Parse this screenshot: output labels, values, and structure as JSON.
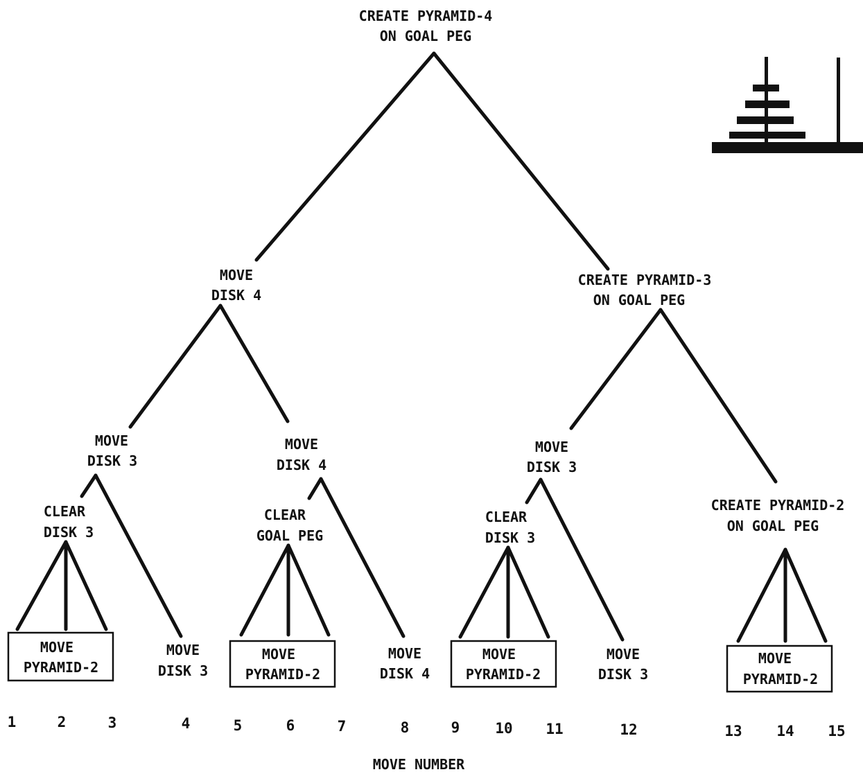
{
  "nodes": {
    "root": [
      "CREATE PYRAMID-4",
      "ON GOAL PEG"
    ],
    "move_disk4_top": [
      "MOVE",
      "DISK 4"
    ],
    "create_pyr3": [
      "CREATE PYRAMID-3",
      "ON GOAL PEG"
    ],
    "move_disk3_a": [
      "MOVE",
      "DISK 3"
    ],
    "move_disk4_b": [
      "MOVE",
      "DISK 4"
    ],
    "move_disk3_c": [
      "MOVE",
      "DISK 3"
    ],
    "create_pyr2": [
      "CREATE PYRAMID-2",
      "ON GOAL PEG"
    ],
    "clear_disk3_a": [
      "CLEAR",
      "DISK 3"
    ],
    "clear_goal_peg": [
      "CLEAR",
      "GOAL PEG"
    ],
    "clear_disk3_c": [
      "CLEAR",
      "DISK 3"
    ],
    "box1": [
      "MOVE",
      "PYRAMID-2"
    ],
    "box2": [
      "MOVE",
      "PYRAMID-2"
    ],
    "box3": [
      "MOVE",
      "PYRAMID-2"
    ],
    "box4": [
      "MOVE",
      "PYRAMID-2"
    ],
    "leaf_disk3_a": [
      "MOVE",
      "DISK 3"
    ],
    "leaf_disk4": [
      "MOVE",
      "DISK 4"
    ],
    "leaf_disk3_c": [
      "MOVE",
      "DISK 3"
    ]
  },
  "move_numbers": [
    "1",
    "2",
    "3",
    "4",
    "5",
    "6",
    "7",
    "8",
    "9",
    "10",
    "11",
    "12",
    "13",
    "14",
    "15"
  ],
  "axis_label": "MOVE NUMBER",
  "colors": {
    "ink": "#111111",
    "background": "#ffffff"
  },
  "icons": {
    "tower_of_hanoi": "tower-of-hanoi-icon"
  }
}
